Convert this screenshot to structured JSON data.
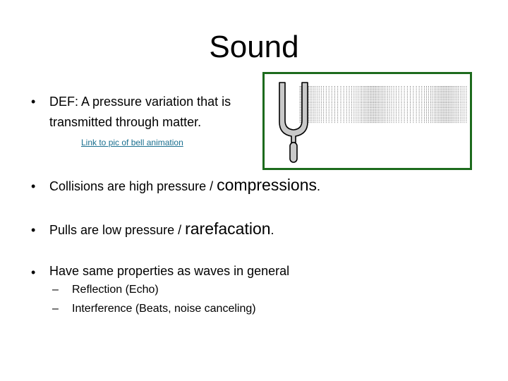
{
  "slide": {
    "title": "Sound",
    "bullet_symbol": "•",
    "dash_symbol": "–",
    "bullets": [
      {
        "lines": [
          "DEF:  A pressure variation that is",
          "transmitted through matter."
        ]
      },
      {
        "text": "Collisions are high pressure / ",
        "emphasis": "compressions",
        "suffix": "."
      },
      {
        "text": "Pulls are low pressure / ",
        "emphasis": "rarefacation",
        "suffix": "."
      },
      {
        "text": "Have same properties as waves in general"
      }
    ],
    "sub_bullets": [
      "Reflection   (Echo)",
      "Interference   (Beats, noise canceling)"
    ],
    "link_text": "Link to pic of bell animation"
  },
  "colors": {
    "figure_border": "#1d6b1d",
    "link": "#1a6f8f"
  },
  "figure": {
    "icon": "tuning-fork-icon"
  }
}
